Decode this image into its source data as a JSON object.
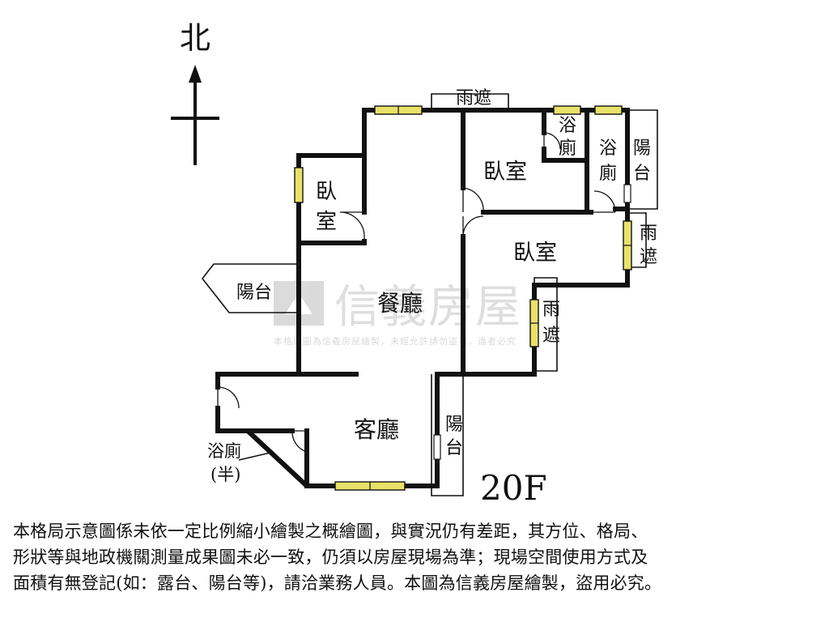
{
  "compass": {
    "north_label": "北"
  },
  "rooms": {
    "bedroom_left": [
      "臥",
      "室"
    ],
    "bedroom_top": "臥室",
    "bedroom_right": "臥室",
    "bath_top": [
      "浴",
      "廁"
    ],
    "bath_right": [
      "浴",
      "廁"
    ],
    "balcony_top_right": [
      "陽",
      "台"
    ],
    "balcony_left": "陽台",
    "balcony_bottom": [
      "陽",
      "台"
    ],
    "canopy_top": "雨遮",
    "canopy_right": [
      "雨",
      "遮"
    ],
    "canopy_mid": [
      "雨",
      "遮"
    ],
    "dining": "餐廳",
    "living": "客廳",
    "half_bath": [
      "浴廁",
      "(半)"
    ]
  },
  "floor_label": "20F",
  "watermark": {
    "brand": "信義房屋",
    "note": "本格局圖為信義房屋繪製，未經允許請勿盜用，違者必究"
  },
  "disclaimer": [
    "本格局示意圖係未依一定比例縮小繪製之概繪圖，與實況仍有差距，其方位、格局、",
    "形狀等與地政機關測量成果圖未必一致，仍須以房屋現場為準；現場空間使用方式及",
    "面積有無登記(如：露台、陽台等)，請洽業務人員。本圖為信義房屋繪製，盜用必究。"
  ],
  "colors": {
    "wall": "#111111",
    "window": "#e8e26a",
    "watermark": "#c8c8c8"
  }
}
